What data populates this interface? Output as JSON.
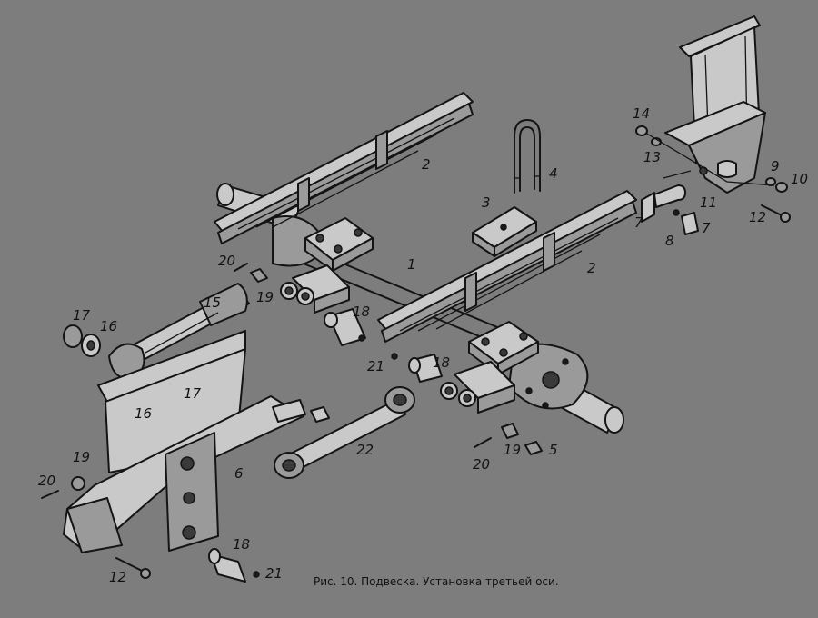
{
  "caption": "Рис. 10. Подвеска. Установка третьей оси.",
  "callouts": [
    {
      "id": "c-1",
      "text": "1"
    },
    {
      "id": "c-2a",
      "text": "2"
    },
    {
      "id": "c-2b",
      "text": "2"
    },
    {
      "id": "c-3",
      "text": "3"
    },
    {
      "id": "c-4",
      "text": "4"
    },
    {
      "id": "c-5",
      "text": "5"
    },
    {
      "id": "c-6",
      "text": "6"
    },
    {
      "id": "c-7a",
      "text": "7"
    },
    {
      "id": "c-7b",
      "text": "7"
    },
    {
      "id": "c-8",
      "text": "8"
    },
    {
      "id": "c-9",
      "text": "9"
    },
    {
      "id": "c-10",
      "text": "10"
    },
    {
      "id": "c-11",
      "text": "11"
    },
    {
      "id": "c-12a",
      "text": "12"
    },
    {
      "id": "c-12b",
      "text": "12"
    },
    {
      "id": "c-13",
      "text": "13"
    },
    {
      "id": "c-14",
      "text": "14"
    },
    {
      "id": "c-15",
      "text": "15"
    },
    {
      "id": "c-16a",
      "text": "16"
    },
    {
      "id": "c-16b",
      "text": "16"
    },
    {
      "id": "c-17a",
      "text": "17"
    },
    {
      "id": "c-17b",
      "text": "17"
    },
    {
      "id": "c-18a",
      "text": "18"
    },
    {
      "id": "c-18b",
      "text": "18"
    },
    {
      "id": "c-18c",
      "text": "18"
    },
    {
      "id": "c-19a",
      "text": "19"
    },
    {
      "id": "c-19b",
      "text": "19"
    },
    {
      "id": "c-19c",
      "text": "19"
    },
    {
      "id": "c-20a",
      "text": "20"
    },
    {
      "id": "c-20b",
      "text": "20"
    },
    {
      "id": "c-20c",
      "text": "20"
    },
    {
      "id": "c-21a",
      "text": "21"
    },
    {
      "id": "c-21b",
      "text": "21"
    },
    {
      "id": "c-22",
      "text": "22"
    }
  ]
}
